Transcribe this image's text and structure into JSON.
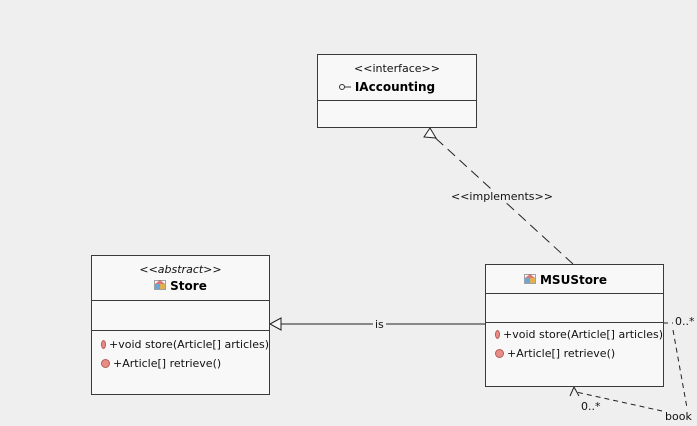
{
  "classes": {
    "iaccounting": {
      "stereotype": "<<interface>>",
      "name": "IAccounting",
      "operations": []
    },
    "store": {
      "stereotype": "<<abstract>>",
      "name": "Store",
      "operations": [
        {
          "label": "+void store(Article[] articles)"
        },
        {
          "label": "+Article[] retrieve()"
        }
      ]
    },
    "msustore": {
      "name": "MSUStore",
      "operations": [
        {
          "label": "+void store(Article[] articles)"
        },
        {
          "label": "+Article[] retrieve()"
        }
      ]
    }
  },
  "relations": {
    "implements_label": "<<implements>>",
    "inheritance_label": "is",
    "association": {
      "role": "book",
      "multiplicity_source": "0..*",
      "multiplicity_target": "0..*"
    }
  },
  "colors": {
    "background": "#efefef",
    "box_fill": "#f8f8f8",
    "stroke": "#3a3a3a",
    "operation_dot": "#e88c86"
  }
}
